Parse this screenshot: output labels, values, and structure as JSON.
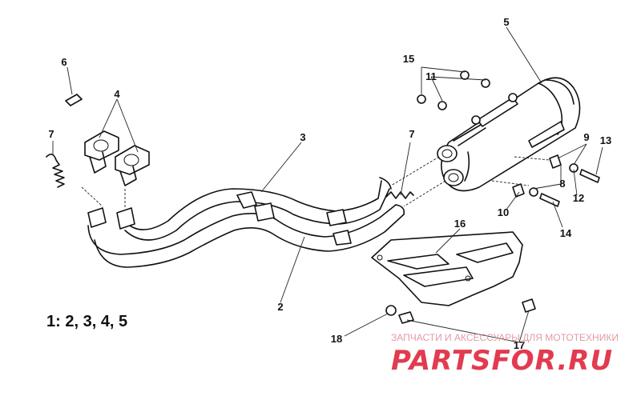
{
  "diagram": {
    "callouts": {
      "c1": "2",
      "c2": "3",
      "c3": "4",
      "c4": "5",
      "c5": "6",
      "c6": "7",
      "c7": "7",
      "c8": "8",
      "c9": "9",
      "c10": "10",
      "c11": "11",
      "c12": "12",
      "c13": "13",
      "c14": "14",
      "c15": "15",
      "c16": "16",
      "c17": "17",
      "c18": "18"
    },
    "kit_formula": "1: 2, 3, 4, 5"
  },
  "watermark": {
    "tagline": "ЗАПЧАСТИ И АКСЕССУАРЫ ДЛЯ МОТОТЕХНИКИ",
    "brand": "PARTSFOR.RU",
    "brand_color": "#e23b4f"
  }
}
